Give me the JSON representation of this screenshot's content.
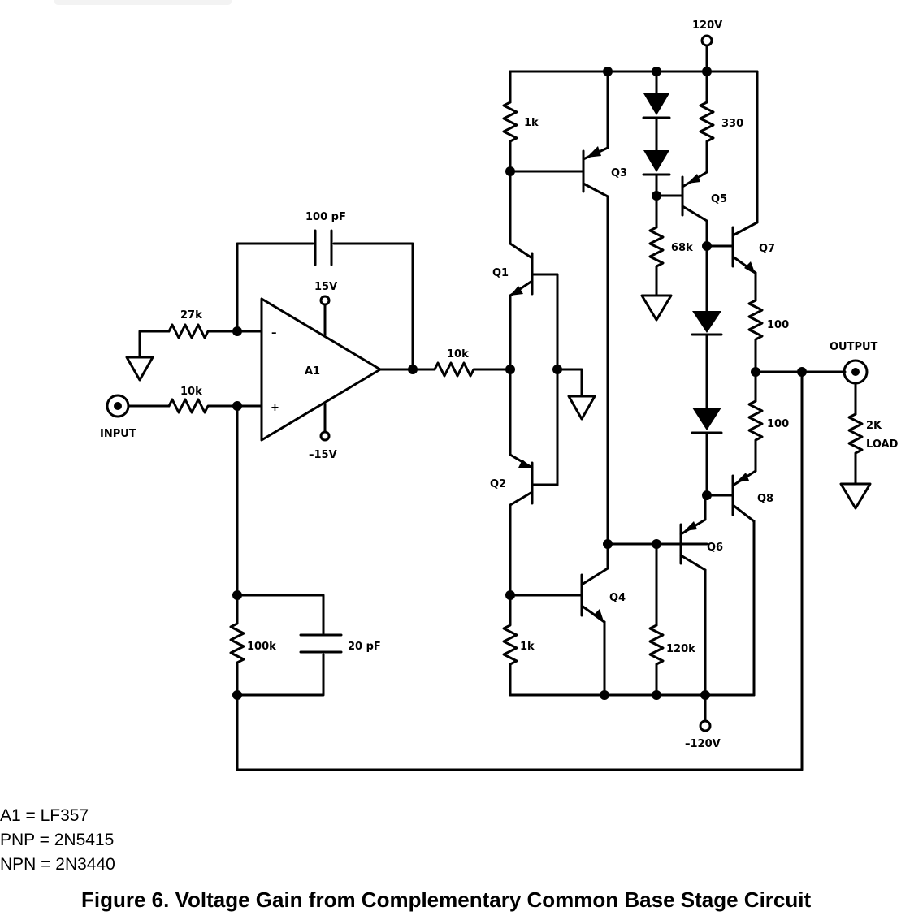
{
  "labels": {
    "v_pos_120": "120V",
    "v_neg_120": "–120V",
    "v_pos_15": "15V",
    "v_neg_15": "–15V",
    "c_feedback": "100 pF",
    "c_bottom": "20 pF",
    "r_27k": "27k",
    "r_10k_in": "10k",
    "r_10k_out": "10k",
    "r_100k": "100k",
    "r_1k_top": "1k",
    "r_1k_bottom": "1k",
    "r_68k": "68k",
    "r_120k": "120k",
    "r_330": "330",
    "r_100_top": "100",
    "r_100_bottom": "100",
    "r_load": "2K",
    "load_word": "LOAD",
    "opamp": "A1",
    "opamp_minus": "–",
    "opamp_plus": "+",
    "q1": "Q1",
    "q2": "Q2",
    "q3": "Q3",
    "q4": "Q4",
    "q5": "Q5",
    "q6": "Q6",
    "q7": "Q7",
    "q8": "Q8",
    "input": "INPUT",
    "output": "OUTPUT"
  },
  "notes": [
    "A1 = LF357",
    "PNP = 2N5415",
    "NPN = 2N3440"
  ],
  "caption": "Figure 6. Voltage Gain from Complementary Common Base Stage Circuit"
}
